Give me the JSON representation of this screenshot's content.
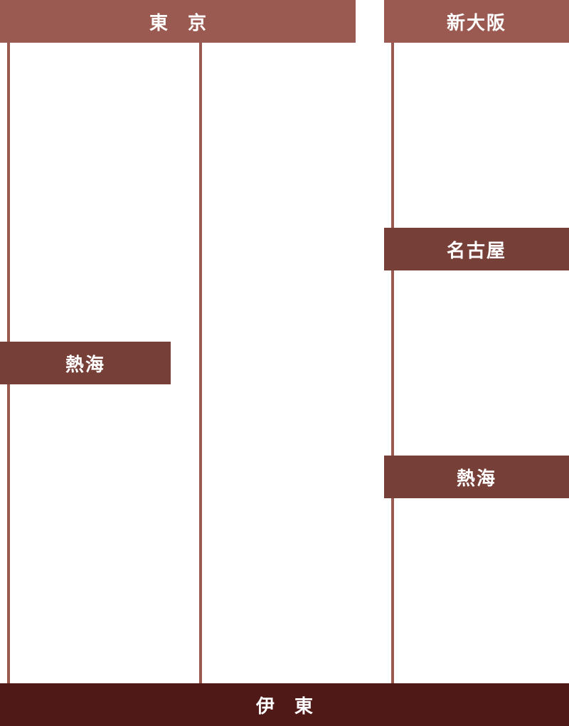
{
  "stations": {
    "tokyo": "東京",
    "shin_osaka": "新大阪",
    "nagoya": "名古屋",
    "atami_left": "熱海",
    "atami_right": "熱海",
    "ito": "伊東"
  },
  "colors": {
    "line": "#9a5a52",
    "start_box": "#9a5a52",
    "mid_box": "#763f38",
    "end_box": "#4e1916"
  }
}
